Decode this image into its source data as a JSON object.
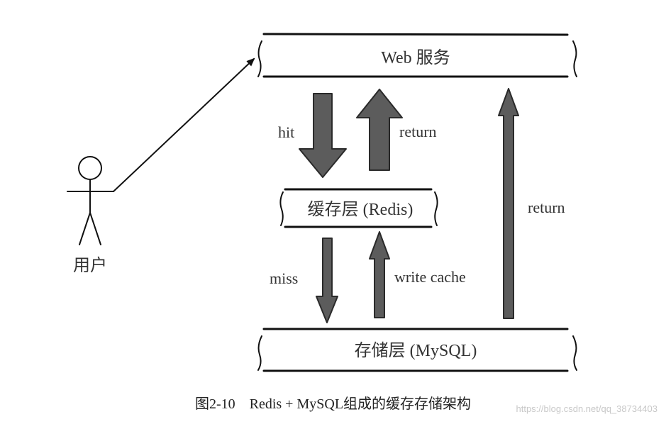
{
  "nodes": {
    "web": "Web 服务",
    "cache": "缓存层 (Redis)",
    "storage": "存储层 (MySQL)",
    "user": "用户"
  },
  "edges": {
    "hit": "hit",
    "return_cache": "return",
    "miss": "miss",
    "write_cache": "write cache",
    "return_storage": "return"
  },
  "caption": "图2-10　Redis + MySQL组成的缓存存储架构",
  "watermark": "https://blog.csdn.net/qq_38734403"
}
